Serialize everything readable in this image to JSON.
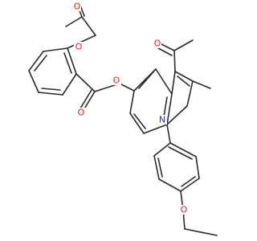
{
  "colors": {
    "bond": "#2b2b2b",
    "oxygen": "#e8201a",
    "nitrogen": "#1f2fd6",
    "background": "#ffffff"
  },
  "atoms": [
    {
      "id": "o_carbonyl_acetoxy",
      "label": "O",
      "element": "oxygen"
    },
    {
      "id": "o_ester_acetoxy",
      "label": "O",
      "element": "oxygen"
    },
    {
      "id": "o_carbonyl_acetyl",
      "label": "O",
      "element": "oxygen"
    },
    {
      "id": "o_ester_link",
      "label": "O",
      "element": "oxygen"
    },
    {
      "id": "o_carbonyl_benzoate",
      "label": "O",
      "element": "oxygen"
    },
    {
      "id": "n_indole",
      "label": "N",
      "element": "nitrogen"
    },
    {
      "id": "o_ethoxy",
      "label": "O",
      "element": "oxygen"
    }
  ]
}
